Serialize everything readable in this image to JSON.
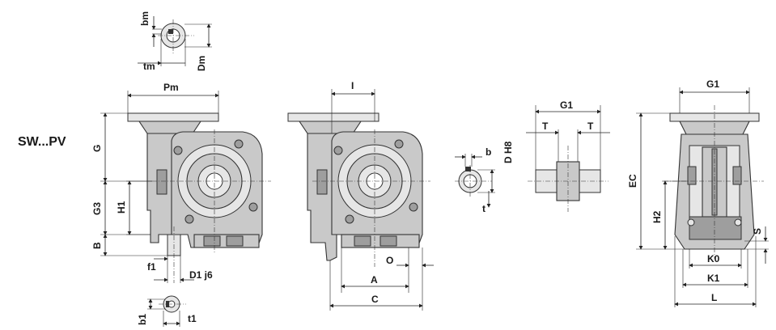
{
  "series_label": "SW...PV",
  "dims": {
    "bm": "bm",
    "tm": "tm",
    "Dm": "Dm",
    "Pm": "Pm",
    "G": "G",
    "G3": "G3",
    "H1": "H1",
    "B": "B",
    "f1": "f1",
    "D1": "D1 j6",
    "b1": "b1",
    "t1": "t1",
    "I": "I",
    "O": "O",
    "A": "A",
    "C": "C",
    "G1_shaft": "G1",
    "T_left": "T",
    "T_right": "T",
    "b": "b",
    "DH8": "D H8",
    "t": "t",
    "G1_side": "G1",
    "EC": "EC",
    "H2": "H2",
    "S": "S",
    "K0": "K0",
    "K1": "K1",
    "L": "L"
  }
}
